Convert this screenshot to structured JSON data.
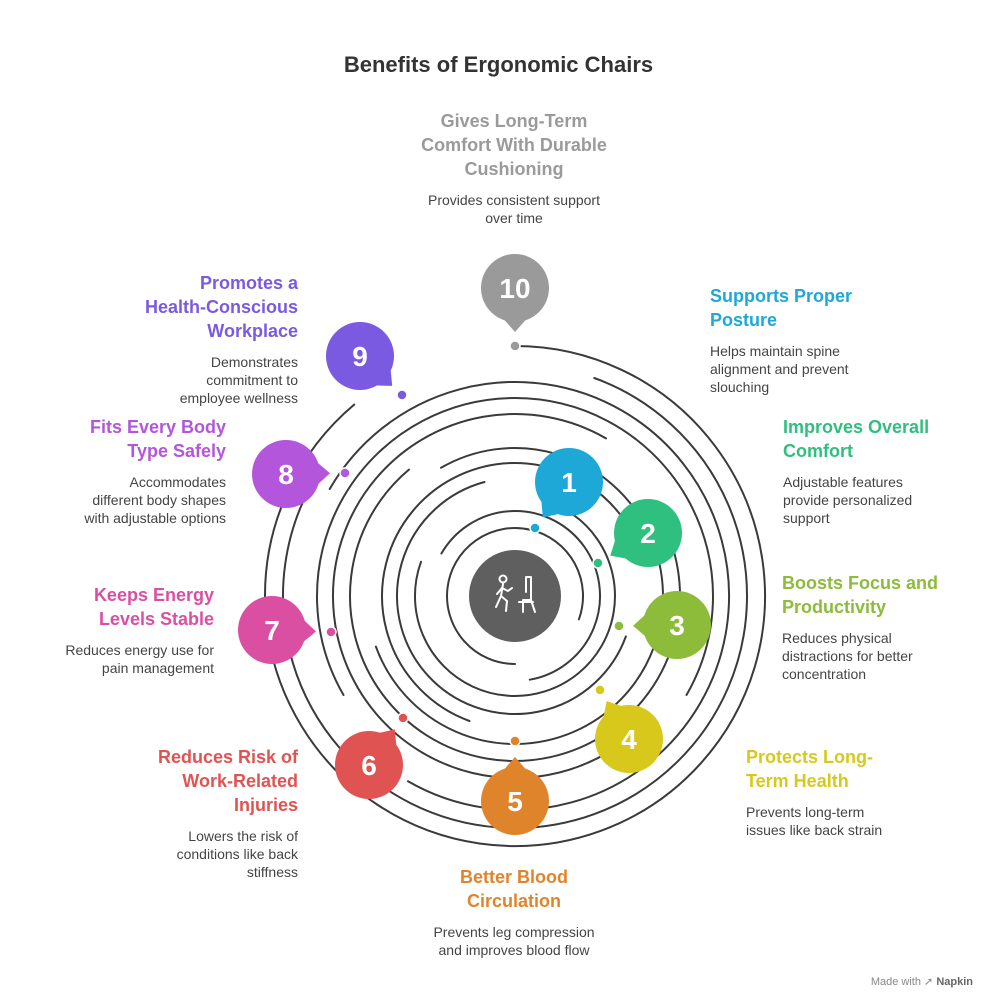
{
  "title": "Benefits of Ergonomic Chairs",
  "footer": {
    "made_with": "Made with",
    "brand": "Napkin"
  },
  "colors": {
    "ring": "#3a3a3a",
    "center": "#5f5f5f"
  },
  "center_icon": "person-ergonomic-chair-icon",
  "items": [
    {
      "num": "1",
      "title": "Supports Proper\nPosture",
      "desc": "Helps maintain spine\nalignment and prevent\nslouching",
      "color": "#1ea8d8"
    },
    {
      "num": "2",
      "title": "Improves Overall\nComfort",
      "desc": "Adjustable features\nprovide personalized\nsupport",
      "color": "#2fbf7f"
    },
    {
      "num": "3",
      "title": "Boosts Focus and\nProductivity",
      "desc": "Reduces physical\ndistractions for better\nconcentration",
      "color": "#8dbb3a"
    },
    {
      "num": "4",
      "title": "Protects Long-\nTerm Health",
      "desc": "Prevents long-term\nissues like back strain",
      "color": "#d9c81c"
    },
    {
      "num": "5",
      "title": "Better Blood\nCirculation",
      "desc": "Prevents leg compression\nand improves blood flow",
      "color": "#e0842c"
    },
    {
      "num": "6",
      "title": "Reduces Risk of\nWork-Related\nInjuries",
      "desc": "Lowers the risk of\nconditions like back\nstiffness",
      "color": "#e05353"
    },
    {
      "num": "7",
      "title": "Keeps Energy\nLevels Stable",
      "desc": "Reduces energy use for\npain management",
      "color": "#db4fa3"
    },
    {
      "num": "8",
      "title": "Fits Every Body\nType Safely",
      "desc": "Accommodates\ndifferent body shapes\nwith adjustable options",
      "color": "#b356db"
    },
    {
      "num": "9",
      "title": "Promotes a\nHealth-Conscious\nWorkplace",
      "desc": "Demonstrates\ncommitment to\nemployee wellness",
      "color": "#7a5ae0"
    },
    {
      "num": "10",
      "title": "Gives Long-Term\nComfort With Durable\nCushioning",
      "desc": "Provides consistent support\nover time",
      "color": "#9a9a9a"
    }
  ]
}
